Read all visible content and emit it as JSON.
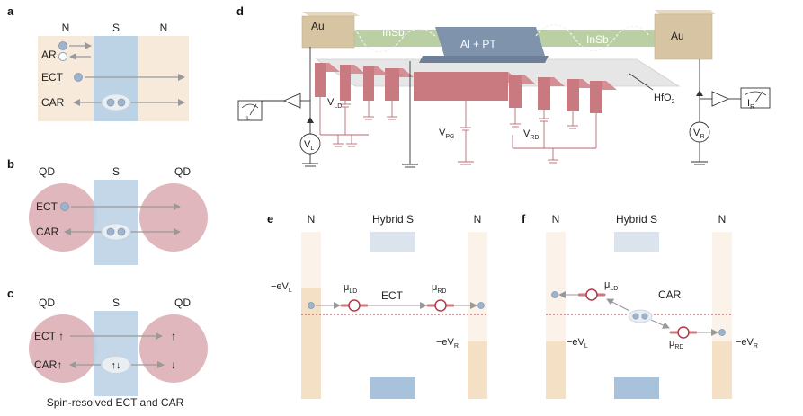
{
  "panels": {
    "a": {
      "label": "a",
      "left": "N",
      "center": "S",
      "right": "N",
      "rows": [
        "AR",
        "ECT",
        "CAR"
      ]
    },
    "b": {
      "label": "b",
      "left": "QD",
      "center": "S",
      "right": "QD",
      "rows": [
        "ECT",
        "CAR"
      ]
    },
    "c": {
      "label": "c",
      "left": "QD",
      "center": "S",
      "right": "QD",
      "row1_left": "ECT ↑",
      "row1_right": "↑",
      "row2_left": "CAR↑",
      "row2_center": "↑↓",
      "row2_right": "↓",
      "caption": "Spin-resolved ECT and CAR"
    },
    "d": {
      "label": "d",
      "au_left": "Au",
      "au_right": "Au",
      "insb_left": "InSb",
      "insb_right": "InSb",
      "center": "Al + PT",
      "oxide": "HfO",
      "oxide_sub": "2",
      "il": "I",
      "il_sub": "L",
      "ir": "I",
      "ir_sub": "R",
      "vl": "V",
      "vl_sub": "L",
      "vr": "V",
      "vr_sub": "R",
      "vld": "V",
      "vld_sub": "LD",
      "vpg": "V",
      "vpg_sub": "PG",
      "vrd": "V",
      "vrd_sub": "RD"
    },
    "e": {
      "label": "e",
      "left": "N",
      "center": "Hybrid S",
      "right": "N",
      "evl": "−eV",
      "evl_sub": "L",
      "evr": "−eV",
      "evr_sub": "R",
      "mu_ld": "μ",
      "mu_ld_sub": "LD",
      "mu_rd": "μ",
      "mu_rd_sub": "RD",
      "process": "ECT"
    },
    "f": {
      "label": "f",
      "left": "N",
      "center": "Hybrid S",
      "right": "N",
      "evl": "−eV",
      "evl_sub": "L",
      "evr": "−eV",
      "evr_sub": "R",
      "mu_ld": "μ",
      "mu_ld_sub": "LD",
      "mu_rd": "μ",
      "mu_rd_sub": "RD",
      "process": "CAR"
    }
  },
  "colors": {
    "normal": "#f7eadb",
    "super": "#bcd3e6",
    "dot": "#d9aab0",
    "electron": "#9eb4cc",
    "gate": "#c97a80",
    "level": "#b33a44",
    "arrow": "#9a9a9a"
  }
}
